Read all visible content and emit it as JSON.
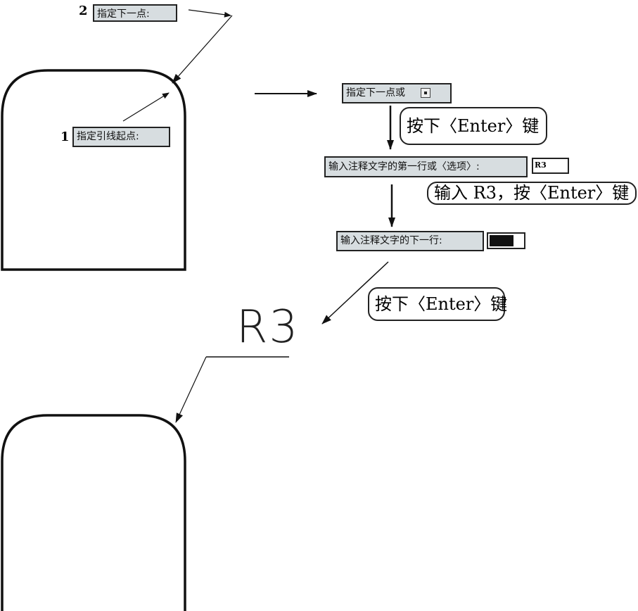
{
  "step1": {
    "number": "1",
    "prompt": "指定引线起点:"
  },
  "step2": {
    "number": "2",
    "prompt": "指定下一点:"
  },
  "prompt_next_point_or": "指定下一点或",
  "callout_enter_1": "按下〈Enter〉键",
  "prompt_first_line": "输入注释文字的第一行或〈选项〉:",
  "first_line_input": "R3",
  "callout_input_r3": "输入 R3，按〈Enter〉键",
  "prompt_next_line": "输入注释文字的下一行:",
  "callout_enter_2": "按下〈Enter〉键",
  "result_annotation": "R3"
}
